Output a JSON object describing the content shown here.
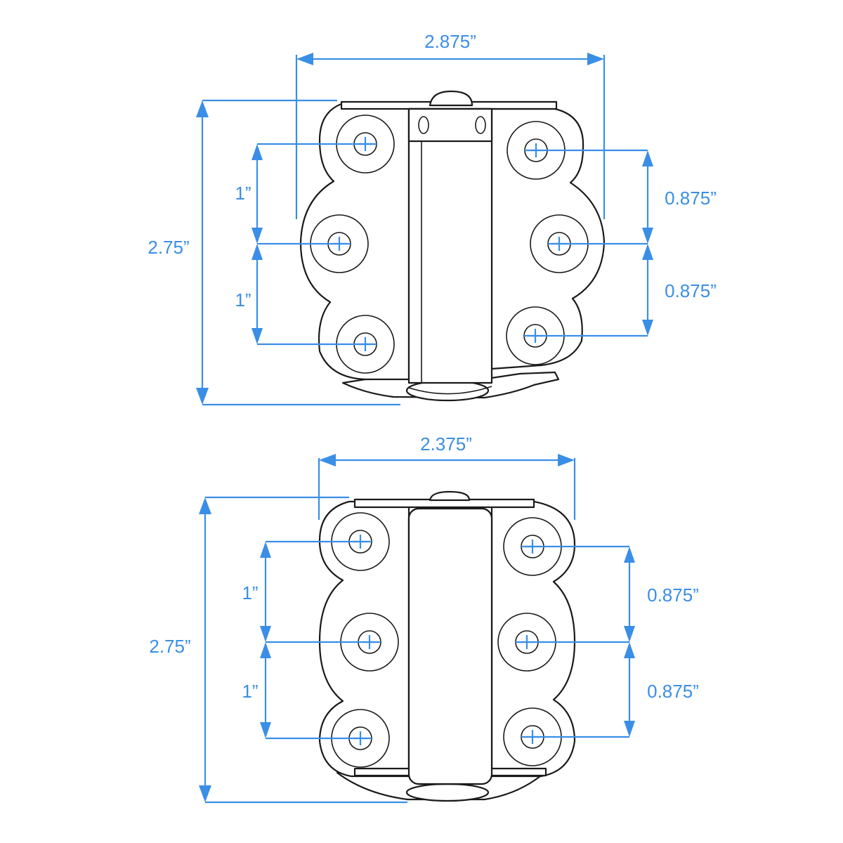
{
  "colors": {
    "dimension": "#3a8ee6",
    "outline": "#1a1a1a",
    "background": "#ffffff"
  },
  "top_hinge": {
    "width": "2.875”",
    "height": "2.75”",
    "left_spacing_upper": "1”",
    "left_spacing_lower": "1”",
    "right_spacing_upper": "0.875”",
    "right_spacing_lower": "0.875”"
  },
  "bottom_hinge": {
    "width": "2.375”",
    "height": "2.75”",
    "left_spacing_upper": "1”",
    "left_spacing_lower": "1”",
    "right_spacing_upper": "0.875”",
    "right_spacing_lower": "0.875”"
  }
}
